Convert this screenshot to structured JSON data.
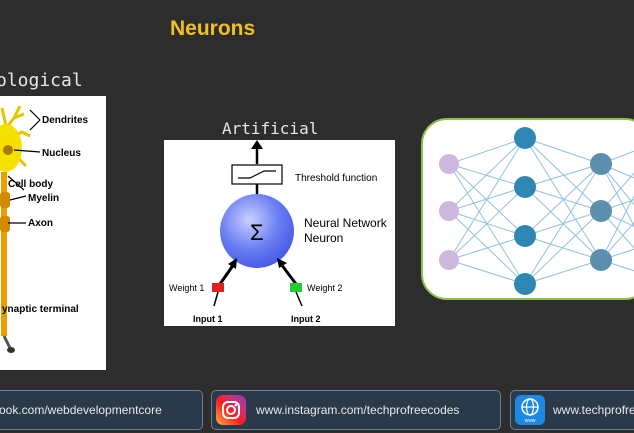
{
  "slide": {
    "title": "Neurons",
    "bio_label": "ological",
    "art_label": "Artificial"
  },
  "bio_diagram": {
    "labels": {
      "dendrites": "Dendrites",
      "nucleus": "Nucleus",
      "cell_body": "Cell body",
      "myelin": "Myelin",
      "axon": "Axon",
      "synaptic": "ynaptic terminal"
    },
    "colors": {
      "cell": "#f5e000",
      "axon": "#e8a000"
    }
  },
  "art_diagram": {
    "threshold_label": "Threshold function",
    "neuron_label_1": "Neural Network",
    "neuron_label_2": "Neuron",
    "sigma": "Σ",
    "weight1": "Weight 1",
    "weight2": "Weight 2",
    "input1": "Input 1",
    "input2": "Input 2",
    "colors": {
      "neuron": "#5a6ef0",
      "weight1": "#e02020",
      "weight2": "#22cc33"
    }
  },
  "network": {
    "colors": {
      "input": "#cbb8dc",
      "hidden": "#2f87b3",
      "output": "#5c8fae",
      "edge": "#8fc3df"
    }
  },
  "footer": {
    "facebook": "ook.com/webdevelopmentcore",
    "instagram": "www.instagram.com/techprofreecodes",
    "website": "www.techprofree",
    "www_badge": "www"
  }
}
